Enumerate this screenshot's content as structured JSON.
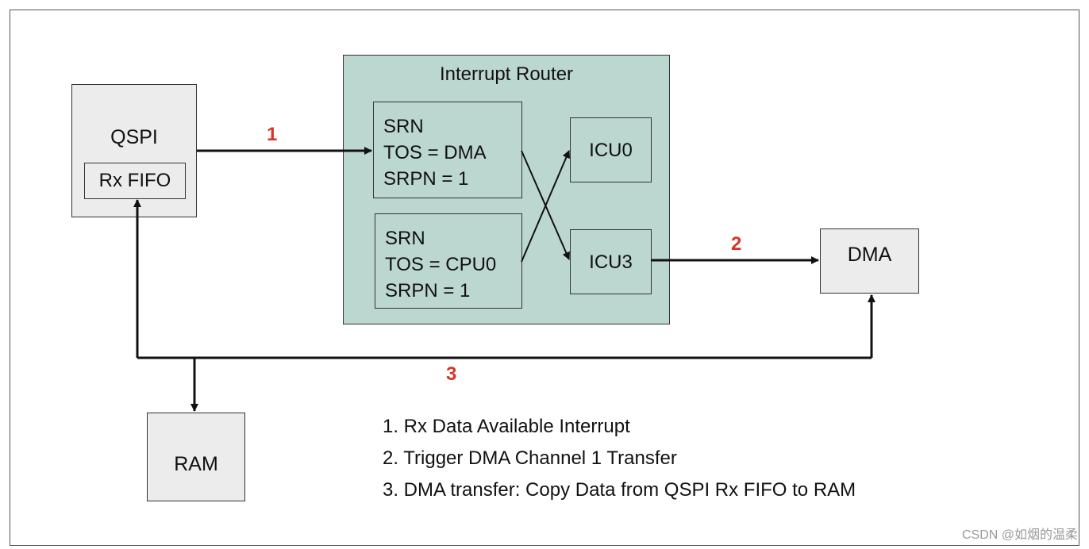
{
  "nodes": {
    "qspi": {
      "title": "QSPI",
      "fifo": "Rx FIFO"
    },
    "router": {
      "title": "Interrupt Router",
      "srn_dma": {
        "line1": "SRN",
        "line2": "TOS = DMA",
        "line3": "SRPN = 1"
      },
      "srn_cpu": {
        "line1": "SRN",
        "line2": "TOS = CPU0",
        "line3": "SRPN = 1"
      },
      "icu0": "ICU0",
      "icu3": "ICU3"
    },
    "dma": "DMA",
    "ram": "RAM"
  },
  "steps": {
    "s1": "1",
    "s2": "2",
    "s3": "3"
  },
  "legend": [
    "1. Rx Data Available Interrupt",
    "2. Trigger DMA Channel 1 Transfer",
    "3. DMA transfer: Copy Data from QSPI Rx FIFO to RAM"
  ],
  "colors": {
    "step_number": "#d6352b",
    "router_fill": "#bcd6d0",
    "box_fill": "#ececec"
  },
  "watermark": "CSDN @如烟的温柔"
}
